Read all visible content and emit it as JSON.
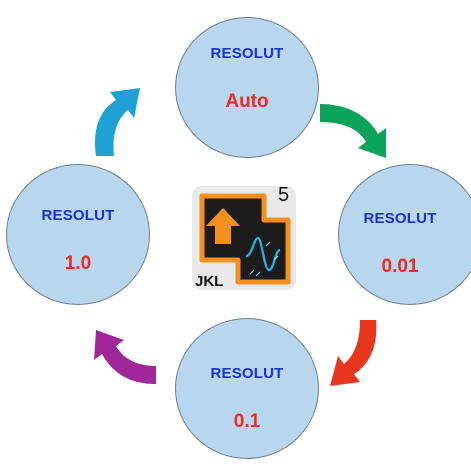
{
  "nodes": {
    "top": {
      "label": "RESOLUT",
      "value": "Auto"
    },
    "right": {
      "label": "RESOLUT",
      "value": "0.01"
    },
    "bottom": {
      "label": "RESOLUT",
      "value": "0.1"
    },
    "left": {
      "label": "RESOLUT",
      "value": "1.0"
    }
  },
  "logo": {
    "number": "5",
    "text": "JKL"
  },
  "colors": {
    "circle_fill": "#b9d6ef",
    "label": "#1a2fd8",
    "value": "#f02a1e",
    "arrow_top_right": "#0aa35a",
    "arrow_right_bottom": "#e8361f",
    "arrow_bottom_left": "#a0279a",
    "arrow_left_top": "#1fa1d6",
    "logo_orange": "#f5901e",
    "logo_dark": "#1c1c1c"
  },
  "icons": [
    "up-arrow-icon",
    "waveform-icon"
  ]
}
